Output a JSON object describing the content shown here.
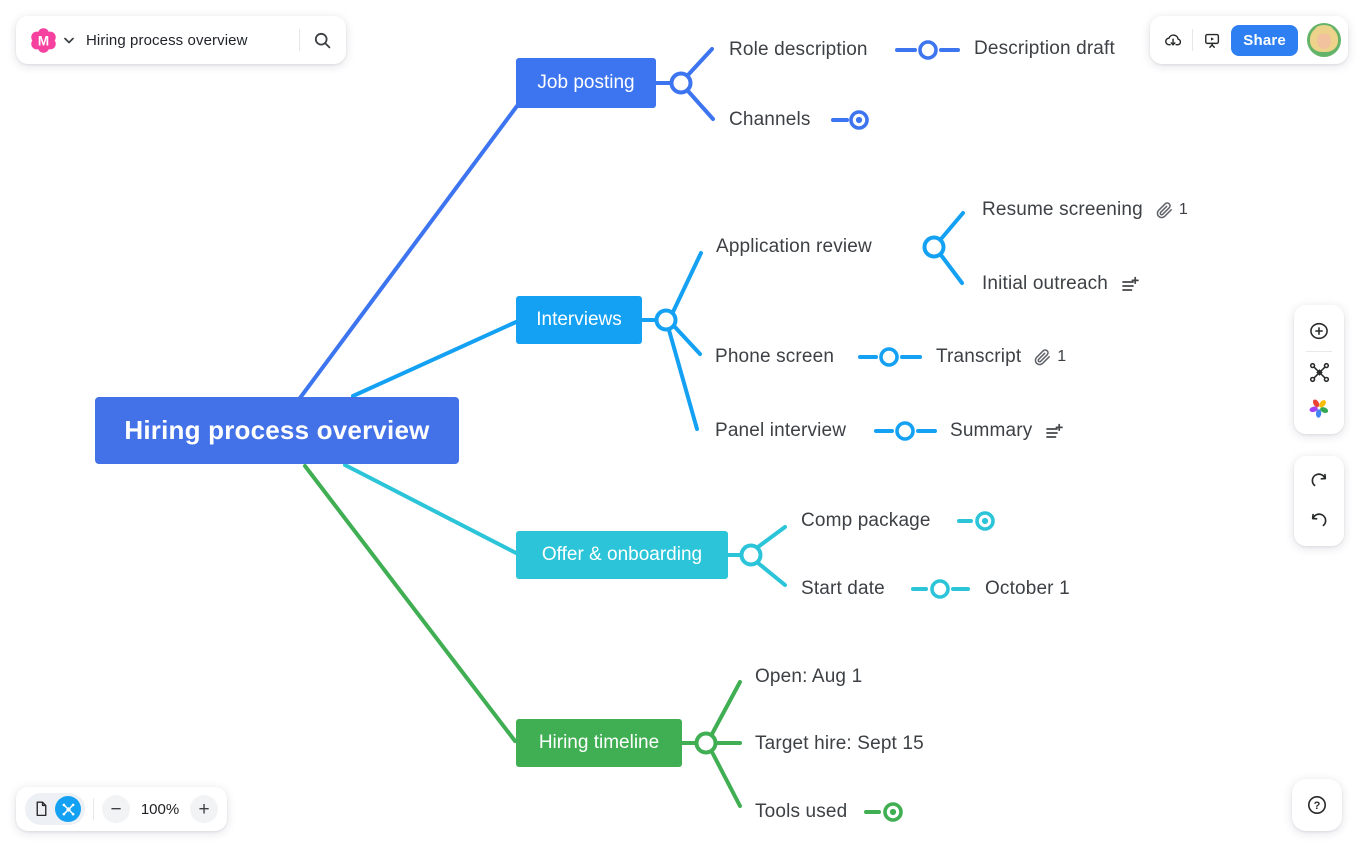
{
  "header": {
    "document_title": "Hiring process overview",
    "share_label": "Share"
  },
  "zoom_controls": {
    "level": "100%",
    "zoom_out_label": "−",
    "zoom_in_label": "+"
  },
  "icons": {
    "logo": "M",
    "chevron_down": "chevron-down",
    "search": "magnifier",
    "cloud_download": "cloud-arrow-down",
    "present": "screen-play",
    "share_avatar": "user-photo",
    "add_node": "plus-circle",
    "mindmap_tool": "node-graph",
    "shapes_flower": "color-flower",
    "redo": "arrow-redo",
    "undo": "arrow-undo",
    "page": "document",
    "help": "question-mark",
    "attachment": "paperclip",
    "note": "notes-plus"
  },
  "colors": {
    "central_node": "#4271E8",
    "branch_blue": "#3D74EF",
    "branch_light_blue": "#14A1F3",
    "branch_cyan": "#2BC4D8",
    "branch_green": "#40AE52",
    "share_button": "#2E80F2",
    "logo_pink": "#F6419F",
    "leaf_text": "#3D4145"
  },
  "mindmap": {
    "central": {
      "label": "Hiring process overview"
    },
    "branches": [
      {
        "label": "Job posting",
        "color": "#3D74EF",
        "children": [
          {
            "label": "Role description",
            "children": [
              {
                "label": "Description draft"
              }
            ]
          },
          {
            "label": "Channels",
            "collapsed": true
          }
        ]
      },
      {
        "label": "Interviews",
        "color": "#14A1F3",
        "children": [
          {
            "label": "Application review",
            "children": [
              {
                "label": "Resume screening",
                "attachments": "1"
              },
              {
                "label": "Initial outreach",
                "has_note": true
              }
            ]
          },
          {
            "label": "Phone screen",
            "children": [
              {
                "label": "Transcript",
                "attachments": "1"
              }
            ]
          },
          {
            "label": "Panel interview",
            "children": [
              {
                "label": "Summary",
                "has_note": true
              }
            ]
          }
        ]
      },
      {
        "label": "Offer & onboarding",
        "color": "#2BC4D8",
        "children": [
          {
            "label": "Comp package",
            "collapsed": true
          },
          {
            "label": "Start date",
            "children": [
              {
                "label": "October 1"
              }
            ]
          }
        ]
      },
      {
        "label": "Hiring timeline",
        "color": "#40AE52",
        "children": [
          {
            "label": "Open: Aug 1"
          },
          {
            "label": "Target hire: Sept 15"
          },
          {
            "label": "Tools used",
            "collapsed": true
          }
        ]
      }
    ]
  }
}
